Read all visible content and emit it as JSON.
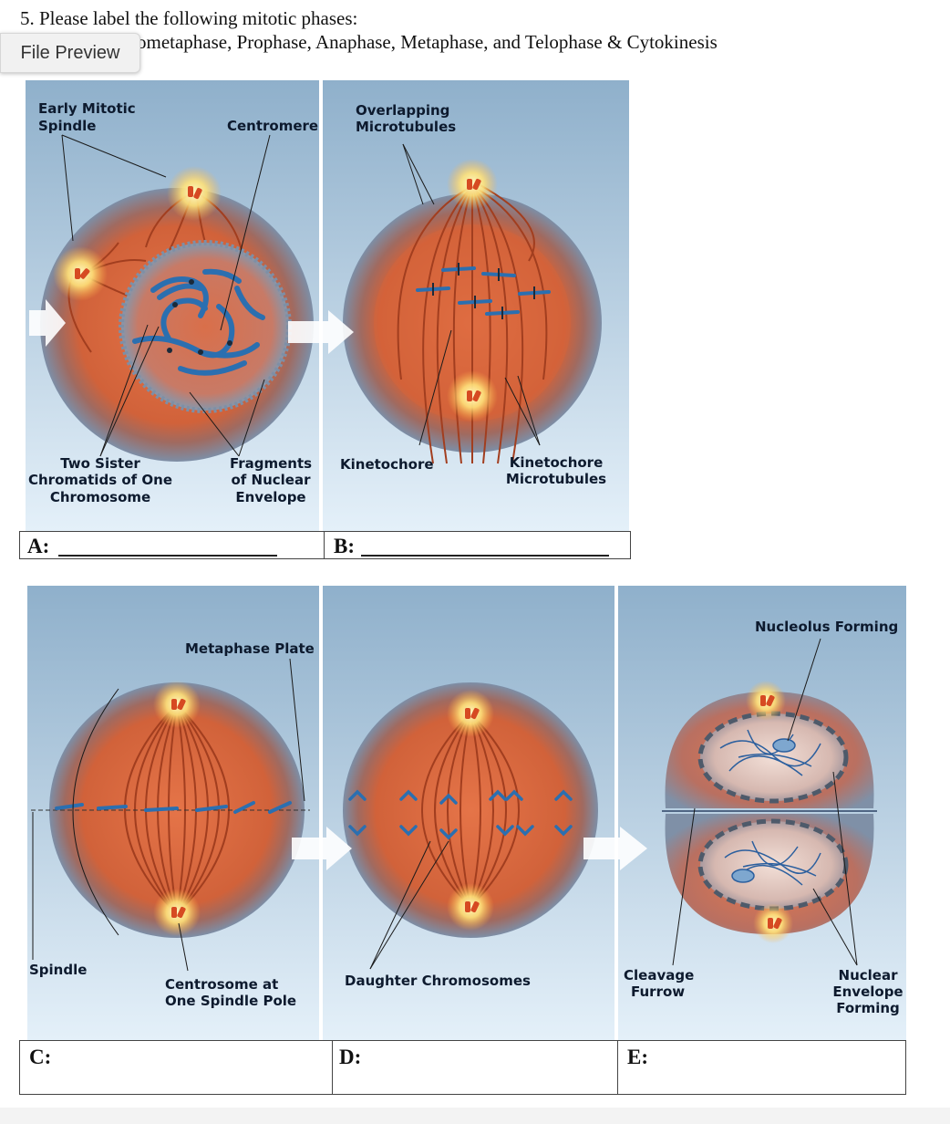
{
  "question": {
    "line1": "5. Please label the following mitotic phases:",
    "line2": "ometaphase, Prophase, Anaphase, Metaphase, and Telophase & Cytokinesis"
  },
  "preview_tab": {
    "label": "File Preview"
  },
  "panels": {
    "A": {
      "answer_label": "A:",
      "labels": {
        "early_spindle": [
          "Early Mitotic",
          "Spindle"
        ],
        "centromere": "Centromere",
        "sister": [
          "Two Sister",
          "Chromatids of One",
          "Chromosome"
        ],
        "fragments": [
          "Fragments",
          "of Nuclear",
          "Envelope"
        ]
      }
    },
    "B": {
      "answer_label": "B:",
      "labels": {
        "overlapping": [
          "Overlapping",
          "Microtubules"
        ],
        "kinetochore": "Kinetochore",
        "kin_micro": [
          "Kinetochore",
          "Microtubules"
        ]
      }
    },
    "C": {
      "answer_label": "C:",
      "labels": {
        "plate": "Metaphase Plate",
        "spindle": "Spindle",
        "centrosome": [
          "Centrosome at",
          "One Spindle Pole"
        ]
      }
    },
    "D": {
      "answer_label": "D:",
      "labels": {
        "daughter": "Daughter Chromosomes"
      }
    },
    "E": {
      "answer_label": "E:",
      "labels": {
        "nucleolus": "Nucleolus Forming",
        "cleavage": [
          "Cleavage",
          "Furrow"
        ],
        "envelope": [
          "Nuclear",
          "Envelope",
          "Forming"
        ]
      }
    }
  },
  "colors": {
    "bg_top": "#8fb0cb",
    "bg_bottom": "#e2eef8",
    "cell_outer": "#7f8fa6",
    "cytoplasm": "#d8643a",
    "chromosome": "#2b6fb0",
    "microtubule": "#a23e1f",
    "centrosome_glow": "#ffe98a",
    "arrow": "#ffffff"
  }
}
